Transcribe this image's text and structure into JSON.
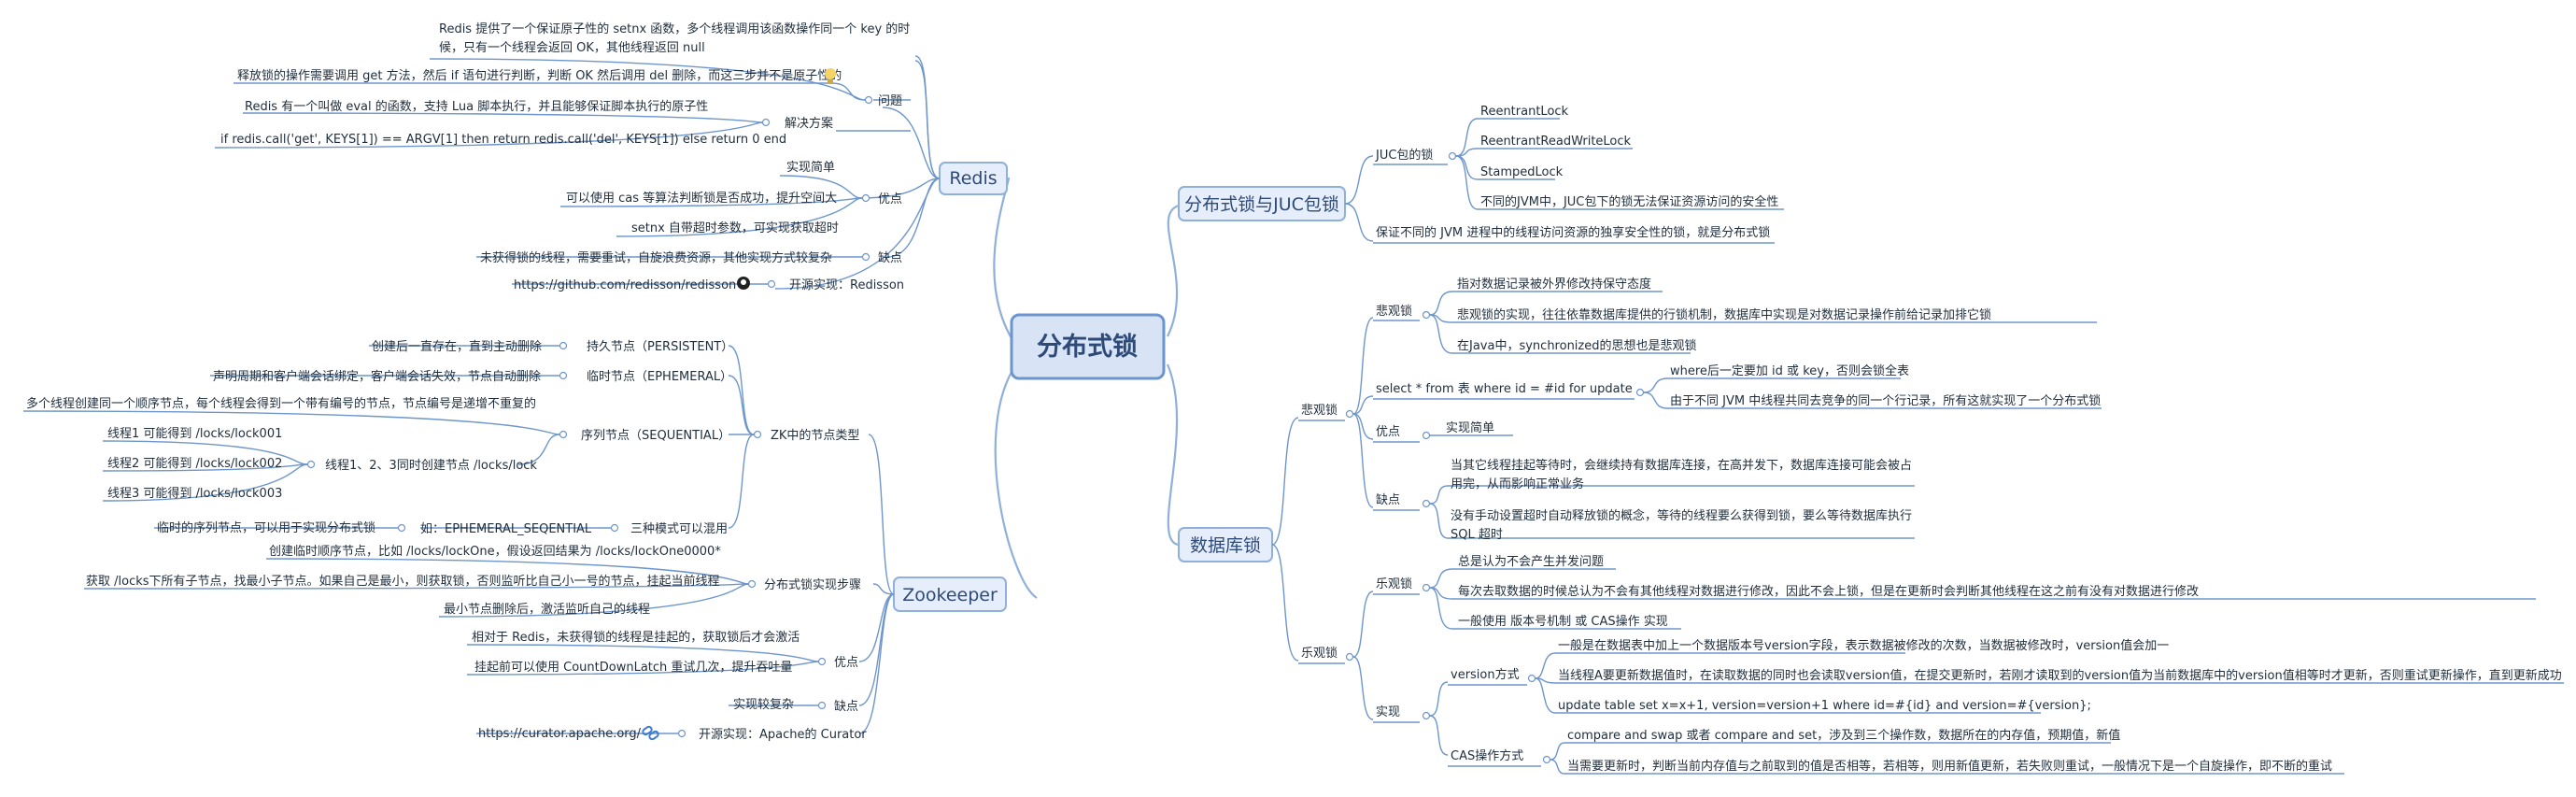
{
  "root": "分布式锁",
  "redis": {
    "title": "Redis",
    "problem": "问题",
    "problem_items": [
      "Redis 提供了一个保证原子性的 setnx 函数，多个线程调用该函数操作同一个 key 的时",
      "候，只有一个线程会返回 OK，其他线程返回 null",
      "释放锁的操作需要调用 get 方法，然后 if 语句进行判断，判断 OK 然后调用 del 删除，而这三步并不是原子性的"
    ],
    "solution": "解决方案",
    "solution_items": [
      "Redis 有一个叫做 eval 的函数，支持 Lua 脚本执行，并且能够保证脚本执行的原子性",
      "if redis.call('get', KEYS[1]) == ARGV[1] then return redis.call('del', KEYS[1]) else return 0 end"
    ],
    "pros": "优点",
    "pros_items": [
      "实现简单",
      "可以使用 cas 等算法判断锁是否成功，提升空间大",
      "setnx 自带超时参数，可实现获取超时"
    ],
    "cons": "缺点",
    "cons_item": "未获得锁的线程，需要重试，自旋浪费资源，其他实现方式较复杂",
    "oss": "开源实现：Redisson",
    "oss_url": "https://github.com/redisson/redisson"
  },
  "zookeeper": {
    "title": "Zookeeper",
    "node_types": "ZK中的节点类型",
    "persistent": "持久节点（PERSISTENT）",
    "persistent_desc": "创建后一直存在，直到主动删除",
    "ephemeral": "临时节点（EPHEMERAL）",
    "ephemeral_desc": "声明周期和客户端会话绑定，客户端会话失效，节点自动删除",
    "sequential": "序列节点（SEQUENTIAL）",
    "sequential_desc": "多个线程创建同一个顺序节点，每个线程会得到一个带有编号的节点，节点编号是递增不重复的",
    "sequential_group": "线程1、2、3同时创建节点 /locks/lock",
    "sequential_items": [
      "线程1 可能得到 /locks/lock001",
      "线程2 可能得到 /locks/lock002",
      "线程3 可能得到 /locks/lock003"
    ],
    "three_modes": "三种模式可以混用",
    "three_modes_example": "如：EPHEMERAL_SEQENTIAL",
    "three_modes_desc": "临时的序列节点，可以用于实现分布式锁",
    "steps": "分布式锁实现步骤",
    "steps_items": [
      "创建临时顺序节点，比如 /locks/lockOne，假设返回结果为 /locks/lockOne0000*",
      "获取 /locks下所有子节点，找最小子节点。如果自己是最小，则获取锁，否则监听比自己小一号的节点，挂起当前线程",
      "最小节点删除后，激活监听自己的线程"
    ],
    "pros": "优点",
    "pros_items": [
      "相对于 Redis，未获得锁的线程是挂起的，获取锁后才会激活",
      "挂起前可以使用 CountDownLatch 重试几次，提升吞吐量"
    ],
    "cons": "缺点",
    "cons_item": "实现较复杂",
    "oss": "开源实现：Apache的 Curator",
    "oss_url": "https://curator.apache.org/"
  },
  "juc": {
    "title": "分布式锁与JUC包锁",
    "juc_group": "JUC包的锁",
    "juc_items": [
      "ReentrantLock",
      "ReentrantReadWriteLock",
      "StampedLock",
      "不同的JVM中，JUC包下的锁无法保证资源访问的安全性"
    ],
    "dist_def": "保证不同的 JVM 进程中的线程访问资源的独享安全性的锁，就是分布式锁"
  },
  "db": {
    "title": "数据库锁",
    "pessimistic": "悲观锁",
    "pess_def": "悲观锁",
    "pess_def_items": [
      "指对数据记录被外界修改持保守态度",
      "悲观锁的实现，往往依靠数据库提供的行锁机制，数据库中实现是对数据记录操作前给记录加排它锁",
      "在Java中，synchronized的思想也是悲观锁"
    ],
    "select_for_update": "select * from 表 where id = #id for update",
    "select_items": [
      "where后一定要加 id 或 key，否则会锁全表",
      "由于不同 JVM 中线程共同去竞争的同一个行记录，所有这就实现了一个分布式锁"
    ],
    "pros": "优点",
    "pros_item": "实现简单",
    "cons": "缺点",
    "cons_items": [
      "当其它线程挂起等待时，会继续持有数据库连接，在高并发下，数据库连接可能会被占",
      "用完，从而影响正常业务",
      "没有手动设置超时自动释放锁的概念，等待的线程要么获得到锁，要么等待数据库执行",
      "SQL 超时"
    ],
    "optimistic": "乐观锁",
    "opt_def": "乐观锁",
    "opt_def_items": [
      "总是认为不会产生并发问题",
      "每次去取数据的时候总认为不会有其他线程对数据进行修改，因此不会上锁，但是在更新时会判断其他线程在这之前有没有对数据进行修改",
      "一般使用 版本号机制 或 CAS操作 实现"
    ],
    "impl": "实现",
    "version": "version方式",
    "version_items": [
      "一般是在数据表中加上一个数据版本号version字段，表示数据被修改的次数，当数据被修改时，version值会加一",
      "当线程A要更新数据值时，在读取数据的同时也会读取version值，在提交更新时，若刚才读取到的version值为当前数据库中的version值相等时才更新，否则重试更新操作，直到更新成功",
      "update table set x=x+1, version=version+1 where id=#{id} and version=#{version};"
    ],
    "cas": "CAS操作方式",
    "cas_items": [
      "compare and swap 或者 compare and set，涉及到三个操作数，数据所在的内存值，预期值，新值",
      "当需要更新时，判断当前内存值与之前取到的值是否相等，若相等，则用新值更新，若失败则重试，一般情况下是一个自旋操作，即不断的重试"
    ]
  },
  "icons": [
    "github-icon",
    "link-icon",
    "bulb-icon"
  ],
  "colors": {
    "line": "#6e96cc",
    "node_fill": "#e6eefb",
    "node_border": "#8fb0da",
    "root_fill": "#d8e4f6",
    "root_border": "#6b95cc",
    "text": "#1f2d3d"
  }
}
